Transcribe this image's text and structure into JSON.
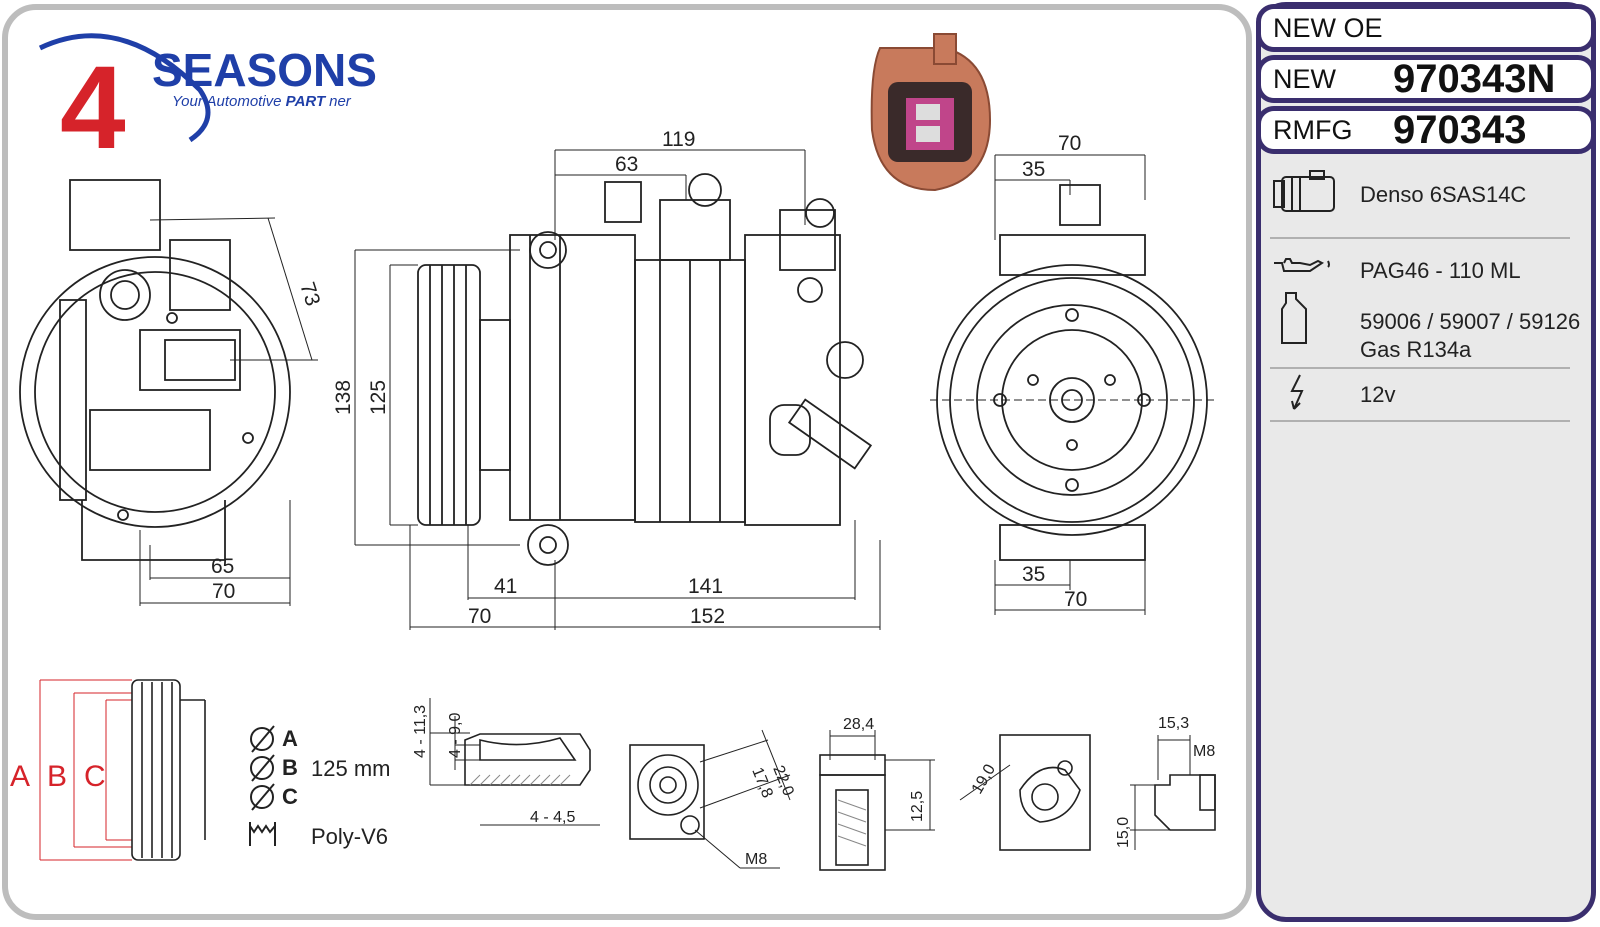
{
  "brand": {
    "number": "4",
    "name": "SEASONS",
    "tagline_prefix": "Your Automotive ",
    "tagline_bold": "PART",
    "tagline_suffix": "ner"
  },
  "codes": {
    "new_oe_label": "NEW OE",
    "new_oe_value": "",
    "new_label": "NEW",
    "new_value": "970343N",
    "rmfg_label": "RMFG",
    "rmfg_value": "970343"
  },
  "specs": {
    "compressor": "Denso 6SAS14C",
    "oil": "PAG46 - 110 ML",
    "refrigerant_line1": "59006 / 59007 / 59126",
    "refrigerant_line2": "Gas R134a",
    "voltage": "12v"
  },
  "icons": {
    "compressor": "compressor-icon",
    "oil": "oil-can-icon",
    "refrigerant": "refrigerant-bottle-icon",
    "voltage": "lightning-icon"
  },
  "dimensions": {
    "left_view": {
      "d73": "73",
      "d65": "65",
      "d70": "70"
    },
    "side_view": {
      "d119": "119",
      "d63": "63",
      "d138": "138",
      "d125": "125",
      "d41": "41",
      "d141": "141",
      "d70": "70",
      "d152": "152"
    },
    "front_view": {
      "d70_top": "70",
      "d35_top": "35",
      "d35_bottom": "35",
      "d70_bottom": "70"
    }
  },
  "pulley": {
    "label_a": "A",
    "label_b": "B",
    "label_c": "C",
    "diameter_value": "125 mm",
    "belt_type": "Poly-V6"
  },
  "details": {
    "flange": {
      "d1": "4 - 11,3",
      "d2": "4 - 9,0",
      "d3": "4 - 4,5"
    },
    "port1": {
      "d1": "22,0",
      "d2": "17,8",
      "thread": "M8"
    },
    "port2": {
      "d1": "28,4",
      "d2": "12,5"
    },
    "port3": {
      "d1": "19,0"
    },
    "port4": {
      "d1": "15,3",
      "thread": "M8",
      "d2": "15,0"
    }
  },
  "colors": {
    "brand_red": "#d6232a",
    "brand_blue": "#1f3fa8",
    "frame_purple": "#3a2e6e",
    "frame_grey": "#bdbdbd",
    "connector_orange": "#c87a5c",
    "connector_pink": "#c0458a"
  }
}
